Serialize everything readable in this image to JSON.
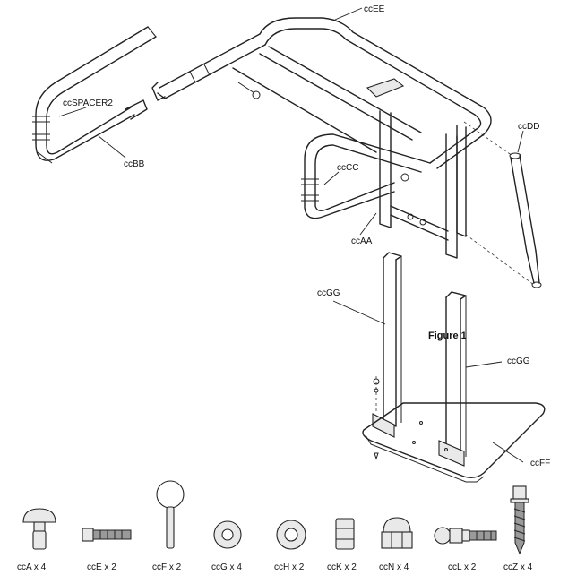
{
  "labels": {
    "ccEE": "ccEE",
    "ccSPACER2": "ccSPACER2",
    "ccBB": "ccBB",
    "ccDD": "ccDD",
    "ccCC": "ccCC",
    "ccAA": "ccAA",
    "ccGG_left": "ccGG",
    "ccGG_right": "ccGG",
    "ccFF": "ccFF",
    "figure": "Figure 1"
  },
  "hardware": [
    {
      "name": "ccA x 4",
      "icon": "carriage-bolt-icon"
    },
    {
      "name": "ccE x 2",
      "icon": "hex-bolt-icon"
    },
    {
      "name": "ccF x 2",
      "icon": "pull-pin-icon"
    },
    {
      "name": "ccG x 4",
      "icon": "washer-icon"
    },
    {
      "name": "ccH x 2",
      "icon": "washer-icon"
    },
    {
      "name": "ccK x 2",
      "icon": "spacer-icon"
    },
    {
      "name": "ccN x 4",
      "icon": "cap-nut-icon"
    },
    {
      "name": "ccL x 2",
      "icon": "ball-stud-icon"
    },
    {
      "name": "ccZ x 4",
      "icon": "lag-screw-icon"
    }
  ]
}
